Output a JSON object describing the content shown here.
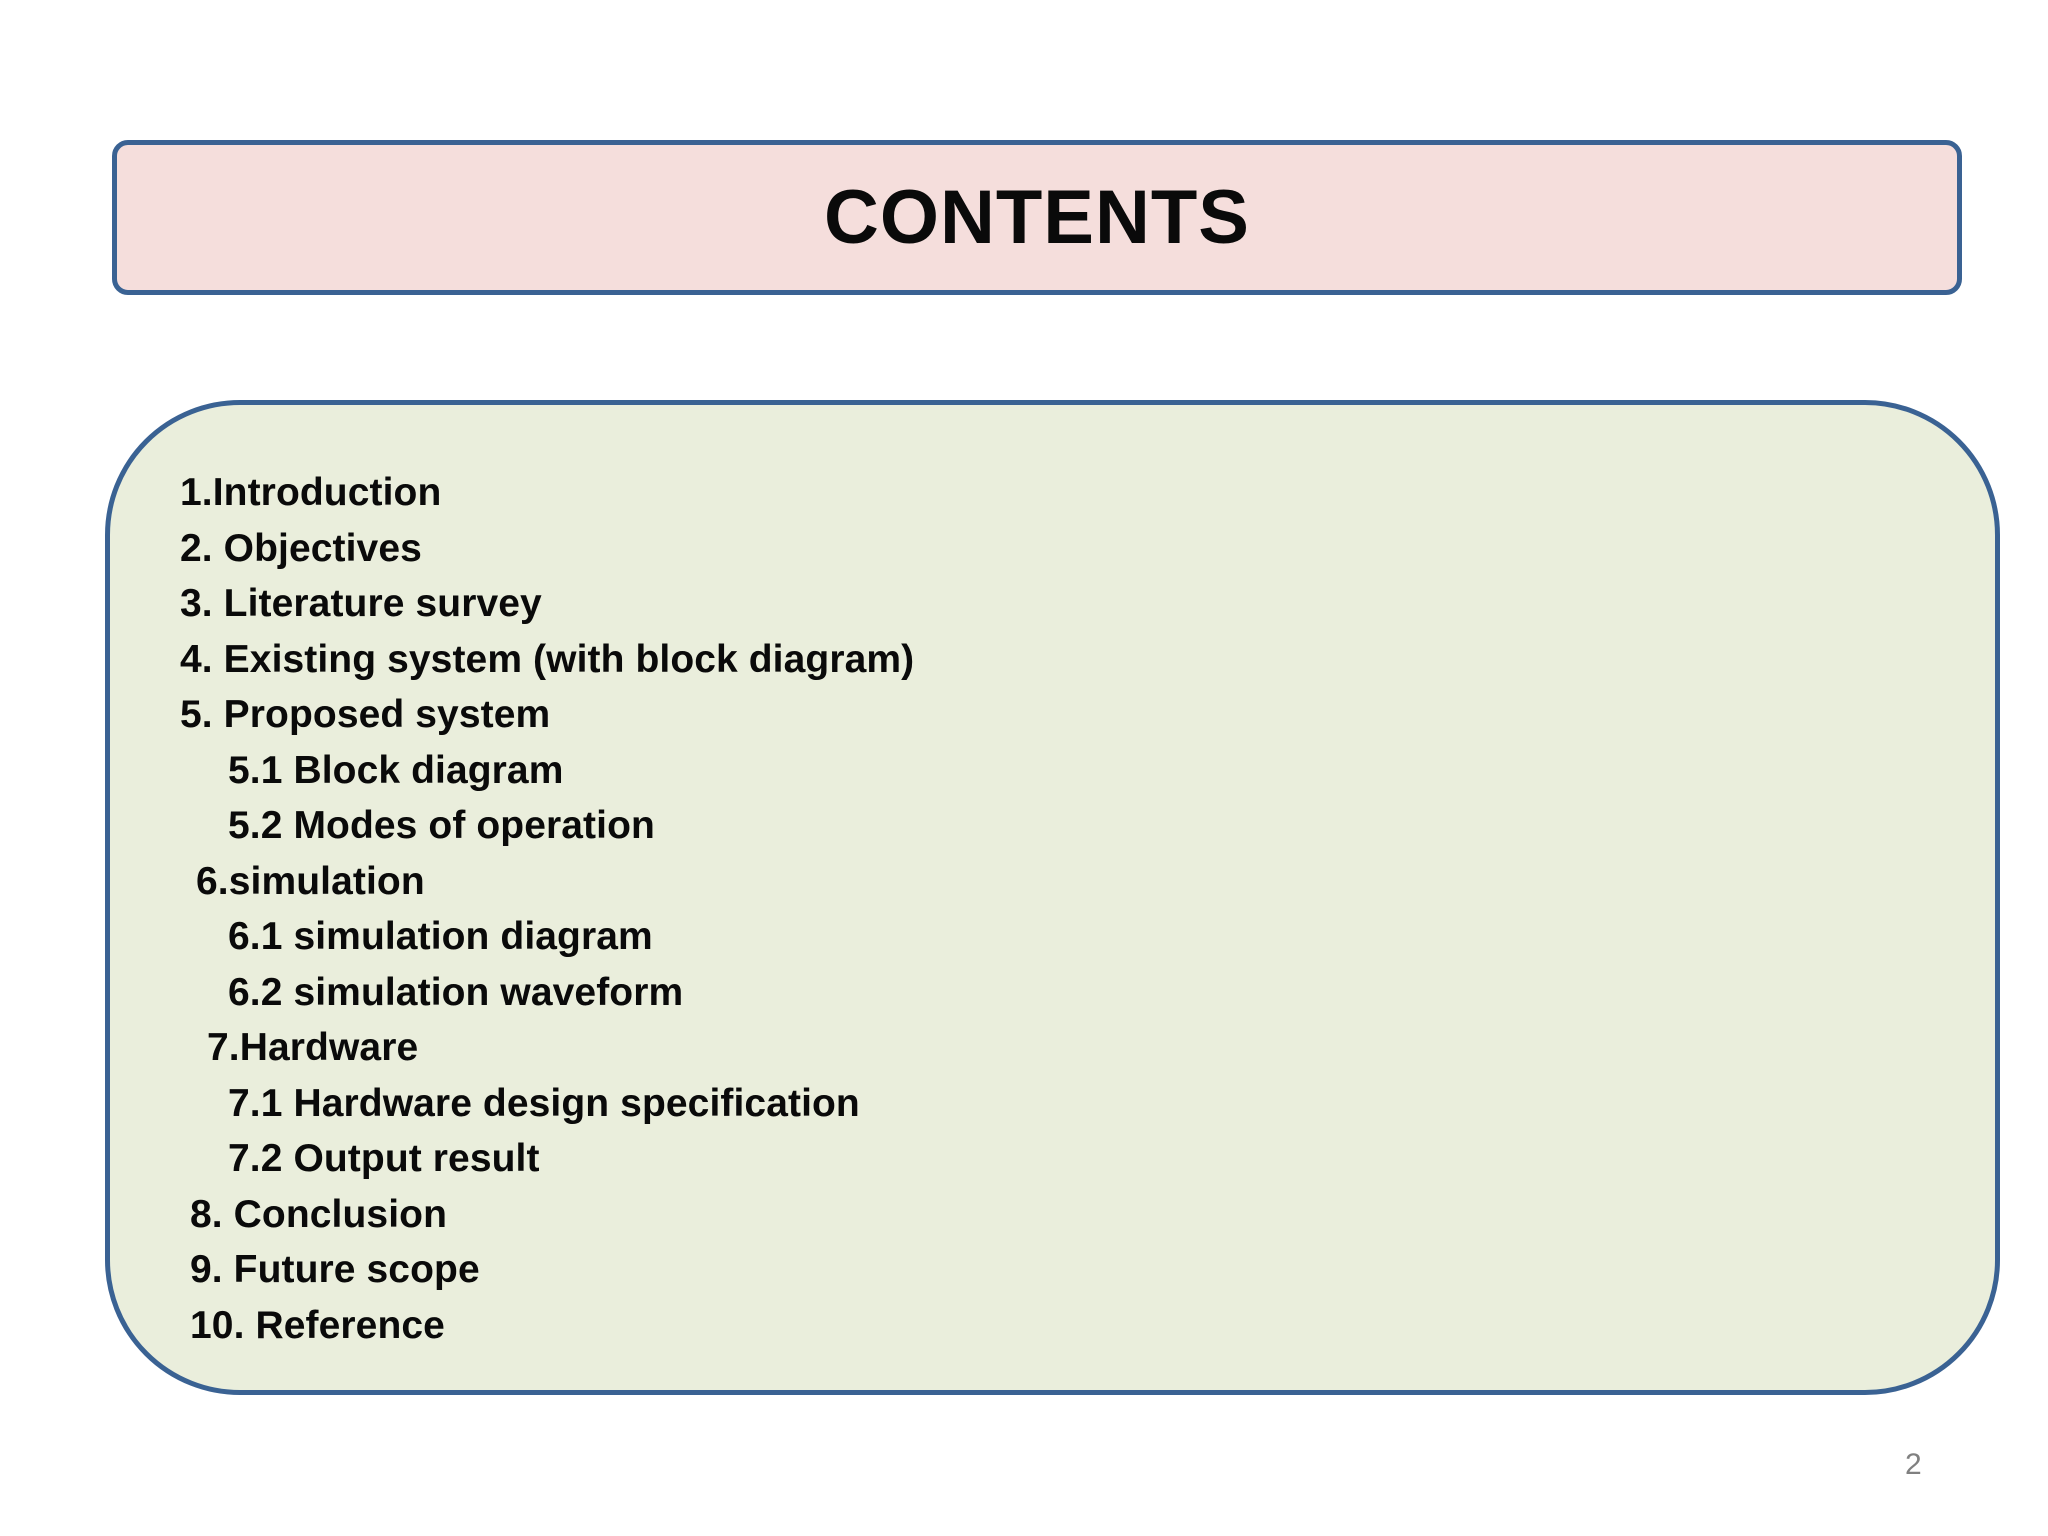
{
  "slide": {
    "title": "CONTENTS",
    "page_number": "2",
    "colors": {
      "title_fill": "#F5DEDC",
      "content_fill": "#EAEEDC",
      "border": "#3A6293",
      "text": "#0A0A0A",
      "page_number": "#808080",
      "background": "#FFFFFF"
    }
  },
  "contents": {
    "items": [
      {
        "label": "1.Introduction",
        "indent": 0
      },
      {
        "label": "2. Objectives",
        "indent": 0
      },
      {
        "label": "3. Literature survey",
        "indent": 0
      },
      {
        "label": "4. Existing system (with block diagram)",
        "indent": 0
      },
      {
        "label": "5. Proposed system",
        "indent": 0
      },
      {
        "label": "5.1 Block diagram",
        "indent": 1
      },
      {
        "label": "5.2 Modes of operation",
        "indent": 1
      },
      {
        "label": "6.simulation",
        "indent": 2
      },
      {
        "label": "6.1 simulation diagram",
        "indent": 1
      },
      {
        "label": "6.2 simulation waveform",
        "indent": 1
      },
      {
        "label": "7.Hardware",
        "indent": 3
      },
      {
        "label": "7.1 Hardware design specification",
        "indent": 1
      },
      {
        "label": "7.2 Output result",
        "indent": 1
      },
      {
        "label": "8. Conclusion",
        "indent": 4
      },
      {
        "label": "9. Future scope",
        "indent": 4
      },
      {
        "label": "10. Reference",
        "indent": 4
      }
    ]
  }
}
